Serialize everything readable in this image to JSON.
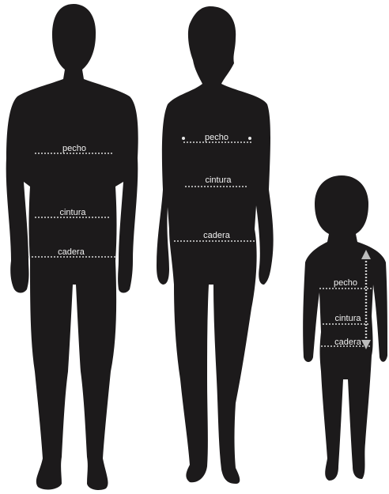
{
  "figures": [
    {
      "id": "man",
      "labels": {
        "chest": "pecho",
        "waist": "cintura",
        "hip": "cadera"
      }
    },
    {
      "id": "woman",
      "labels": {
        "chest": "pecho",
        "waist": "cintura",
        "hip": "cadera"
      }
    },
    {
      "id": "child",
      "labels": {
        "chest": "pecho",
        "waist": "cintura",
        "hip": "cadera"
      }
    }
  ],
  "colors": {
    "silhouette": "#1c1a1b",
    "measure_line": "#d9d9d9",
    "label_text": "#f2f2f2",
    "height_arrow": "#bdbdbd",
    "background": "#ffffff"
  }
}
